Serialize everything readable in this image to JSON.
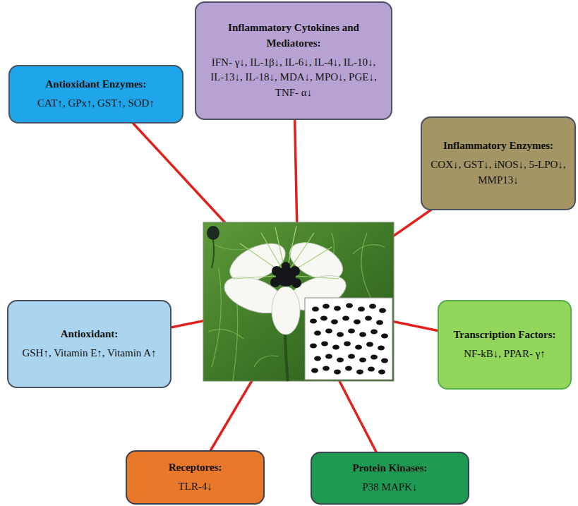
{
  "diagram": {
    "nodes": [
      {
        "text": [
          "Inflammatory Cytokines and Mediatores:",
          "IFN- γ↓, IL-1β↓, IL-6↓, IL-4↓, IL-10↓, IL-13↓, IL-18↓, MDA↓, MPO↓, PGE↓, TNF- α↓"
        ]
      },
      {
        "text": [
          "Antioxidant Enzymes:",
          "CAT↑, GPx↑, GST↑, SOD↑"
        ]
      },
      {
        "text": [
          "Inflammatory Enzymes:",
          "COX↓, GST↓, iNOS↓, 5-LPO↓, MMP13↓"
        ]
      },
      {
        "text": [
          "Antioxidant:",
          "GSH↑, Vitamin E↑, Vitamin A↑"
        ]
      },
      {
        "text": [
          "Transcription Factors:",
          "NF-kB↓, PPAR- γ↑"
        ]
      },
      {
        "text": [
          "Receptores:",
          "TLR-4↓"
        ]
      },
      {
        "text": [
          "Protein Kinases:",
          "P38 MAPK↓"
        ]
      }
    ]
  }
}
